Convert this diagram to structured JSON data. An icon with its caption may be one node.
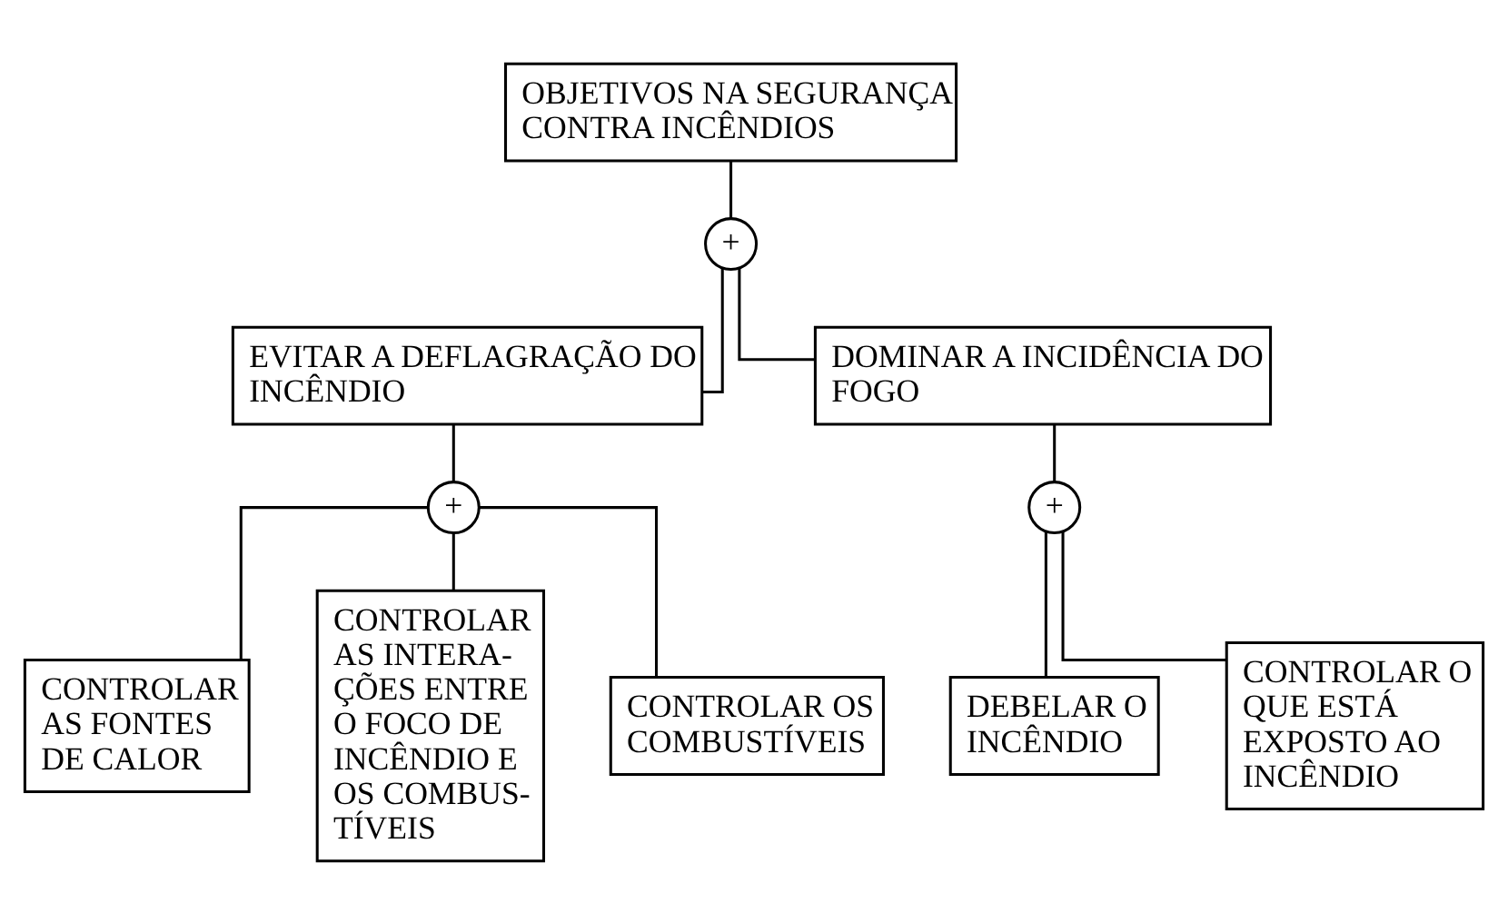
{
  "diagram": {
    "nodes": [
      {
        "text": [
          "OBJETIVOS NA SEGURANÇA CONTRA INCÊNDIOS"
        ]
      },
      {
        "text": [
          "+"
        ]
      },
      {
        "text": [
          "EVITAR A DEFLAGRAÇÃO DO INCÊNDIO"
        ]
      },
      {
        "text": [
          "DOMINAR A INCIDÊNCIA DO FOGO"
        ]
      },
      {
        "text": [
          "+"
        ]
      },
      {
        "text": [
          "CONTROLAR AS FONTES DE CALOR"
        ]
      },
      {
        "text": [
          "CONTROLAR AS INTERA- ÇÕES ENTRE O FOCO DE INCÊNDIO E OS COMBUS- TÍVEIS"
        ]
      },
      {
        "text": [
          "CONTROLAR OS COMBUSTÍVEIS"
        ]
      },
      {
        "text": [
          "+"
        ]
      },
      {
        "text": [
          "DEBELAR O INCÊNDIO"
        ]
      },
      {
        "text": [
          "CONTROLAR O QUE ESTÁ EXPOSTO AO INCÊNDIO"
        ]
      }
    ],
    "edges": [
      {
        "from": 0,
        "to": 1,
        "arrow": "none"
      },
      {
        "from": 1,
        "to": 2,
        "arrow": "none"
      },
      {
        "from": 1,
        "to": 3,
        "arrow": "none"
      },
      {
        "from": 2,
        "to": 4,
        "arrow": "none"
      },
      {
        "from": 4,
        "to": 5,
        "arrow": "none"
      },
      {
        "from": 4,
        "to": 6,
        "arrow": "none"
      },
      {
        "from": 4,
        "to": 7,
        "arrow": "none"
      },
      {
        "from": 3,
        "to": 8,
        "arrow": "none"
      },
      {
        "from": 8,
        "to": 9,
        "arrow": "none"
      },
      {
        "from": 8,
        "to": 10,
        "arrow": "none"
      }
    ]
  }
}
